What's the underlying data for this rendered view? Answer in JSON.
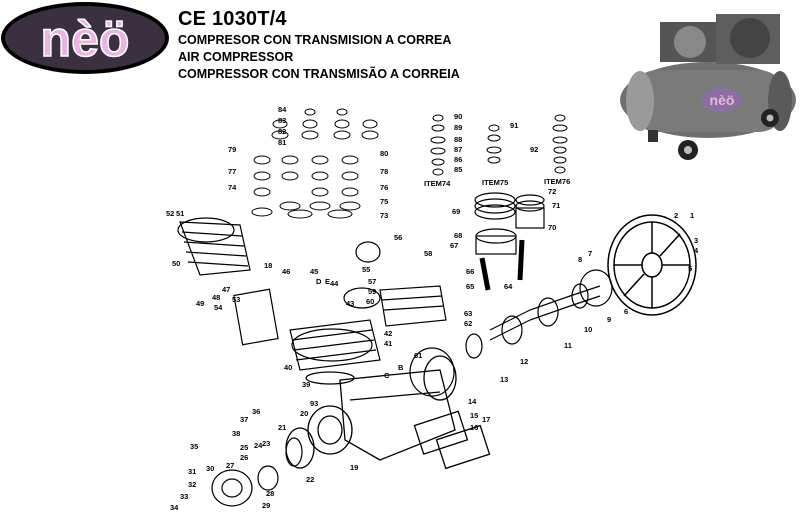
{
  "brand": {
    "name": "nèö",
    "badge_color": "#6a5a72",
    "text_color": "#e9b6e2"
  },
  "header": {
    "model": "CE 1030T/4",
    "lines": [
      "COMPRESOR CON TRANSMISION A CORREA",
      "AIR COMPRESSOR",
      "COMPRESSOR CON TRANSMISÃO A CORREIA"
    ]
  },
  "photo": {
    "brand_label": "nèö"
  },
  "items": {
    "item74": "ITEM74",
    "item75": "ITEM75",
    "item76": "ITEM76"
  },
  "callouts": [
    "1",
    "2",
    "3",
    "4",
    "5",
    "6",
    "7",
    "8",
    "9",
    "10",
    "11",
    "12",
    "13",
    "14",
    "15",
    "16",
    "17",
    "18",
    "19",
    "20",
    "21",
    "22",
    "23",
    "24",
    "25",
    "26",
    "27",
    "28",
    "29",
    "30",
    "31",
    "32",
    "33",
    "34",
    "35",
    "36",
    "37",
    "38",
    "39",
    "40",
    "41",
    "42",
    "43",
    "44",
    "45",
    "46",
    "47",
    "48",
    "49",
    "50",
    "51",
    "52",
    "53",
    "54",
    "55",
    "56",
    "57",
    "58",
    "59",
    "60",
    "61",
    "62",
    "63",
    "64",
    "65",
    "66",
    "67",
    "68",
    "69",
    "70",
    "71",
    "72",
    "73",
    "74",
    "75",
    "76",
    "77",
    "78",
    "79",
    "80",
    "81",
    "82",
    "83",
    "84",
    "85",
    "86",
    "87",
    "88",
    "89",
    "90",
    "91",
    "92",
    "93"
  ],
  "markers": {
    "d": "D",
    "e": "E",
    "c": "C",
    "b": "B"
  }
}
